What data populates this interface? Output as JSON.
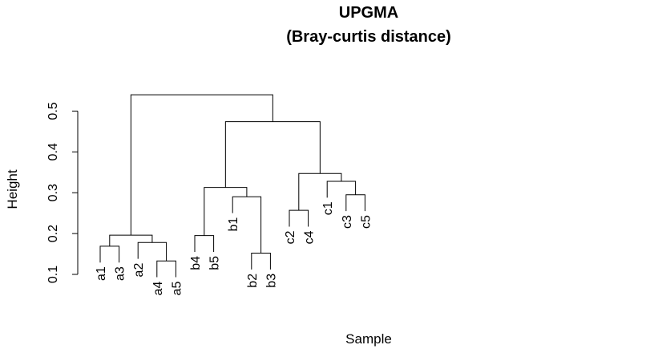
{
  "chart_data": {
    "type": "dendrogram",
    "title": "UPGMA",
    "subtitle": "(Bray-curtis distance)",
    "xlabel": "Sample",
    "ylabel": "Height",
    "ylim": [
      0.1,
      0.55
    ],
    "yticks": [
      0.1,
      0.2,
      0.3,
      0.4,
      0.5
    ],
    "ytick_labels": [
      "0.1",
      "0.2",
      "0.3",
      "0.4",
      "0.5"
    ],
    "grid": false,
    "leaves": [
      {
        "label": "a1",
        "height": 0.1
      },
      {
        "label": "a3",
        "height": 0.1
      },
      {
        "label": "a2",
        "height": 0.1
      },
      {
        "label": "a4",
        "height": 0.1
      },
      {
        "label": "a5",
        "height": 0.1
      },
      {
        "label": "b4",
        "height": 0.1
      },
      {
        "label": "b5",
        "height": 0.1
      },
      {
        "label": "b1",
        "height": 0.1
      },
      {
        "label": "b2",
        "height": 0.1
      },
      {
        "label": "b3",
        "height": 0.1
      },
      {
        "label": "c2",
        "height": 0.1
      },
      {
        "label": "c4",
        "height": 0.1
      },
      {
        "label": "c1",
        "height": 0.1
      },
      {
        "label": "c3",
        "height": 0.1
      },
      {
        "label": "c5",
        "height": 0.1
      }
    ],
    "merges": [
      {
        "left": "a4",
        "right": "a5",
        "height": 0.133
      },
      {
        "left": "b2",
        "right": "b3",
        "height": 0.152
      },
      {
        "left": "a1",
        "right": "a3",
        "height": 0.169
      },
      {
        "left": "a2",
        "right": 0,
        "height": 0.178
      },
      {
        "left": "b4",
        "right": "b5",
        "height": 0.195
      },
      {
        "left": 2,
        "right": 3,
        "height": 0.196
      },
      {
        "left": "c2",
        "right": "c4",
        "height": 0.257
      },
      {
        "left": "b1",
        "right": 1,
        "height": 0.29
      },
      {
        "left": "c3",
        "right": "c5",
        "height": 0.295
      },
      {
        "left": 4,
        "right": 7,
        "height": 0.313
      },
      {
        "left": "c1",
        "right": 8,
        "height": 0.328
      },
      {
        "left": 6,
        "right": 10,
        "height": 0.347
      },
      {
        "left": 9,
        "right": 11,
        "height": 0.474
      },
      {
        "left": 5,
        "right": 12,
        "height": 0.54
      }
    ]
  }
}
